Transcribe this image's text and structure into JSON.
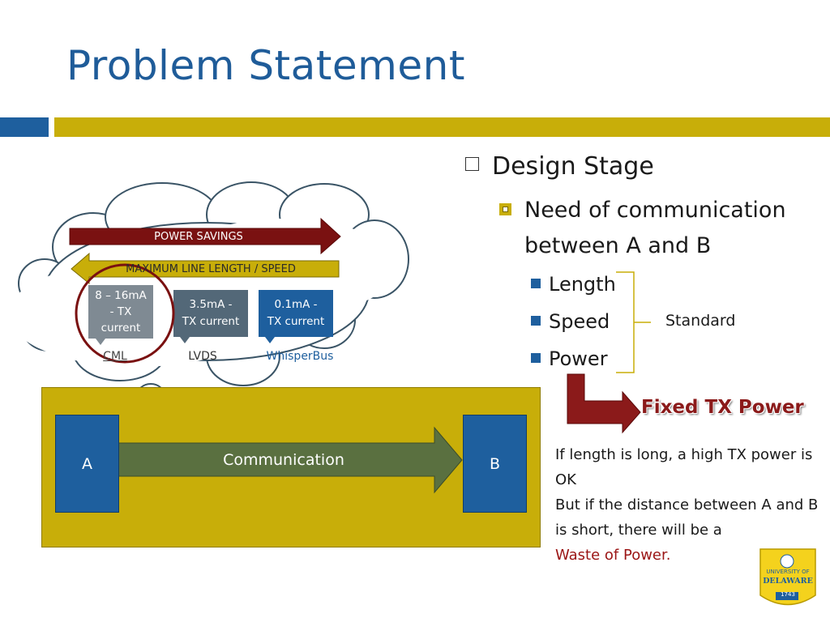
{
  "slide": {
    "title": "Problem Statement"
  },
  "bullets": {
    "level1": "Design Stage",
    "level2": "Need of communication between A and B",
    "level3": [
      "Length",
      "Speed",
      "Power"
    ],
    "bracket_label": "Standard"
  },
  "cloud": {
    "power_savings": "POWER SAVINGS",
    "line_length": "MAXIMUM LINE LENGTH / SPEED",
    "standards": [
      {
        "line1": "8 – 16mA",
        "line2": "- TX",
        "line3": "current",
        "name": "CML"
      },
      {
        "line1": "3.5mA -",
        "line2": "TX current",
        "line3": "",
        "name": "LVDS"
      },
      {
        "line1": "0.1mA -",
        "line2": "TX current",
        "line3": "",
        "name": "WhisperBus"
      }
    ]
  },
  "diagram": {
    "node_a": "A",
    "node_b": "B",
    "link_label": "Communication"
  },
  "result": {
    "fixed_power": "Fixed TX Power",
    "line1": "If length is long, a high TX power is OK",
    "line2": "But if the distance between A and B is short, there will be a",
    "line3_red": "Waste of Power."
  },
  "logo": {
    "lines": [
      "UNIVERSITY OF",
      "DELAWARE",
      "1743"
    ]
  },
  "colors": {
    "title_blue": "#1f5c99",
    "gold": "#c8ae09",
    "node_blue": "#1e5f9e",
    "dark_red": "#8b1a1a",
    "link_green": "#5a7040",
    "slate": "#536878"
  }
}
